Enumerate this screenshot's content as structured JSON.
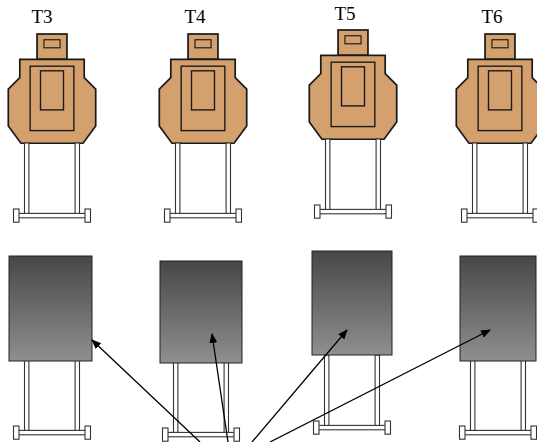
{
  "diagram": {
    "labels": [
      "T3",
      "T4",
      "T5",
      "T6"
    ]
  }
}
